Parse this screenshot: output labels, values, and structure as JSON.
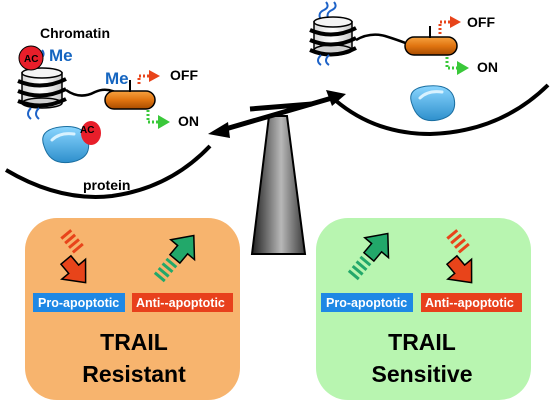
{
  "labels": {
    "chromatin": "Chromatin",
    "me_top": "Me",
    "me_factor": "Me",
    "ac_histone": "AC",
    "ac_protein": "AC",
    "off_left": "OFF",
    "on_left": "ON",
    "off_right": "OFF",
    "on_right": "ON",
    "protein": "protein"
  },
  "boxes": {
    "resistant": {
      "pro_label": "Pro-apoptotic",
      "anti_label": "Anti--apoptotic",
      "title_line1": "TRAIL",
      "title_line2": "Resistant"
    },
    "sensitive": {
      "pro_label": "Pro-apoptotic",
      "anti_label": "Anti--apoptotic",
      "title_line1": "TRAIL",
      "title_line2": "Sensitive"
    }
  },
  "colors": {
    "resistant_box": "#f7b46e",
    "sensitive_box": "#b8f5b0",
    "pro_tag": "#1e88e5",
    "anti_tag": "#e8401c",
    "arrow_red": "#e8441a",
    "arrow_green": "#22a86a",
    "ac_red": "#e81e2a",
    "me_blue": "#1565c0",
    "protein_blue": "#4fb4e8"
  }
}
